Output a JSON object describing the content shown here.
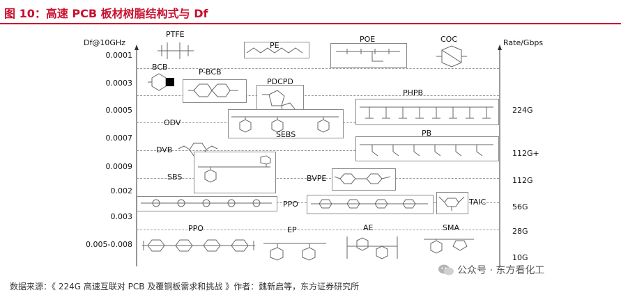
{
  "title": "图 10：高速 PCB 板材树脂结构式与 Df",
  "axes": {
    "left_label": "Df@10GHz",
    "right_label": "Rate/Gbps",
    "df_ticks": [
      "0.0001",
      "0.0003",
      "0.0005",
      "0.0007",
      "0.0009",
      "0.002",
      "0.003",
      "0.005-0.008"
    ],
    "rate_ticks": [
      "224G",
      "112G+",
      "112G",
      "56G",
      "28G",
      "10G"
    ]
  },
  "resins": {
    "ptfe": "PTFE",
    "pe": "PE",
    "poe": "POE",
    "coc": "COC",
    "bcb": "BCB",
    "p_bcb": "P-BCB",
    "pdcpd": "PDCPD",
    "phpb": "PHPB",
    "odv": "ODV",
    "sebs": "SEBS",
    "pb": "PB",
    "dvb": "DVB",
    "sbs": "SBS",
    "bvpe": "BVPE",
    "ppo_mid": "PPO",
    "taic": "TAIC",
    "ppo_low": "PPO",
    "ep": "EP",
    "ae": "AE",
    "sma": "SMA"
  },
  "source": "数据来源：《 224G 高速互联对 PCB 及覆铜板需求和挑战 》作者：魏新启等，东方证券研究所",
  "watermark": "公众号 · 东方看化工"
}
